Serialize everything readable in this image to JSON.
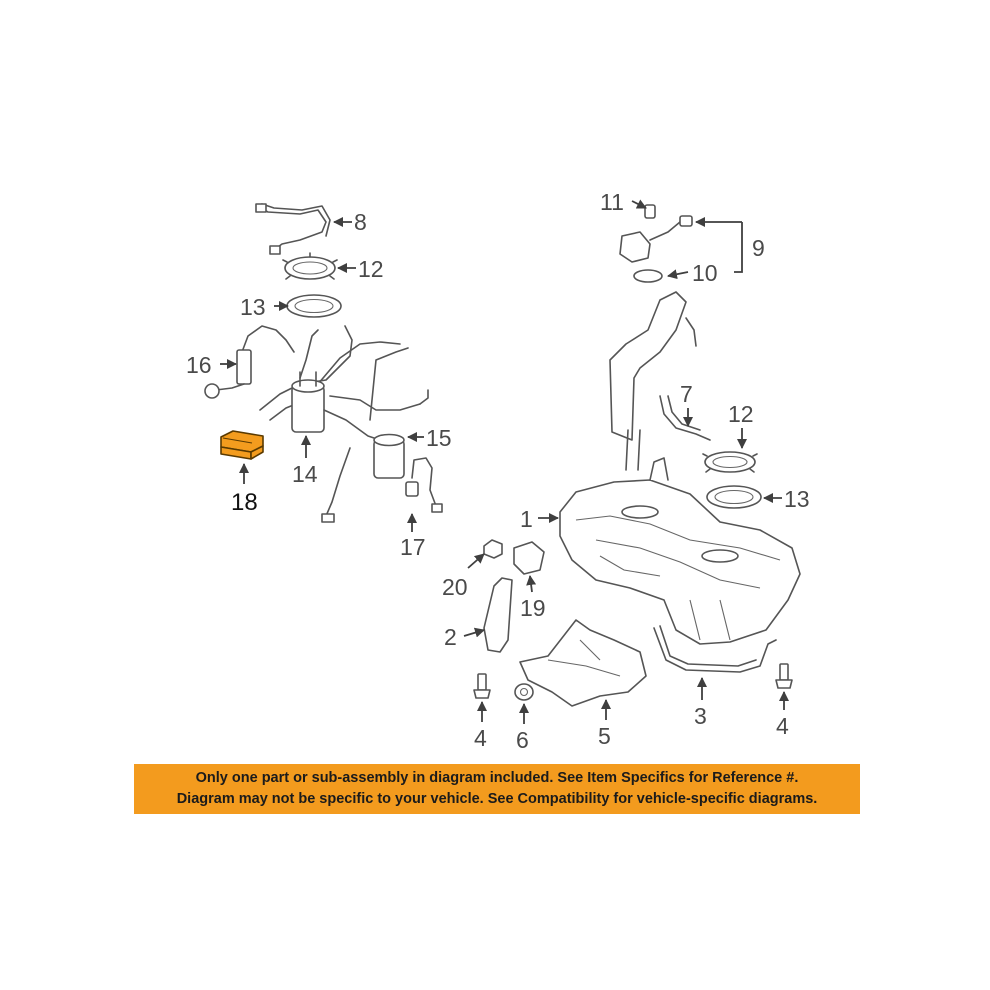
{
  "diagram": {
    "callouts": {
      "c1": "1",
      "c2": "2",
      "c3": "3",
      "c4a": "4",
      "c4b": "4",
      "c5": "5",
      "c6": "6",
      "c7": "7",
      "c8": "8",
      "c9": "9",
      "c10": "10",
      "c11": "11",
      "c12a": "12",
      "c12b": "12",
      "c13a": "13",
      "c13b": "13",
      "c14": "14",
      "c15": "15",
      "c16": "16",
      "c17": "17",
      "c18": "18",
      "c19": "19",
      "c20": "20"
    },
    "highlighted_part": "18",
    "highlight_color": "#f39c1e",
    "banner_color": "#f39b1e"
  },
  "banner": {
    "line1": "Only one part or sub-assembly in diagram included. See Item Specifics for Reference #.",
    "line2": "Diagram may not be specific to your vehicle. See Compatibility for vehicle-specific diagrams."
  }
}
